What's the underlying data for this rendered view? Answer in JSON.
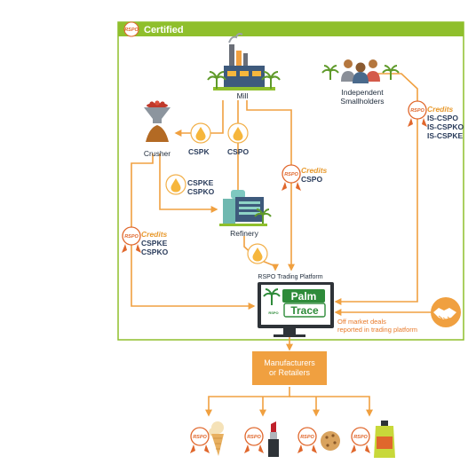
{
  "header": {
    "badge": "RSPO",
    "title": "Certified"
  },
  "nodes": {
    "mill": "Mill",
    "smallholders": "Independent\nSmallholders",
    "crusher": "Crusher",
    "refinery": "Refinery",
    "platform": "RSPO Trading Platform",
    "palmtrace_line1": "Palm",
    "palmtrace_line2": "Trace",
    "palmtrace_small": "RSPO",
    "manufacturers": "Manufacturers\nor Retailers"
  },
  "flows": {
    "cspk": "CSPK",
    "cspo": "CSPO",
    "cspke_cspko": "CSPKE\nCSPKO",
    "credits_label": "Credits",
    "credits_cspo": "CSPO",
    "credits_cspke_cspko": "CSPKE\nCSPKO",
    "credits_is": "IS-CSPO\nIS-CSPKO\nIS-CSPKE",
    "offmarket": "Off market deals\nreported in trading platform"
  },
  "badge_text": "RSPO",
  "colors": {
    "green": "#8fbf2c",
    "orange": "#f0a040",
    "orange_dark": "#e87a2a",
    "navy": "#2b3d5c"
  }
}
